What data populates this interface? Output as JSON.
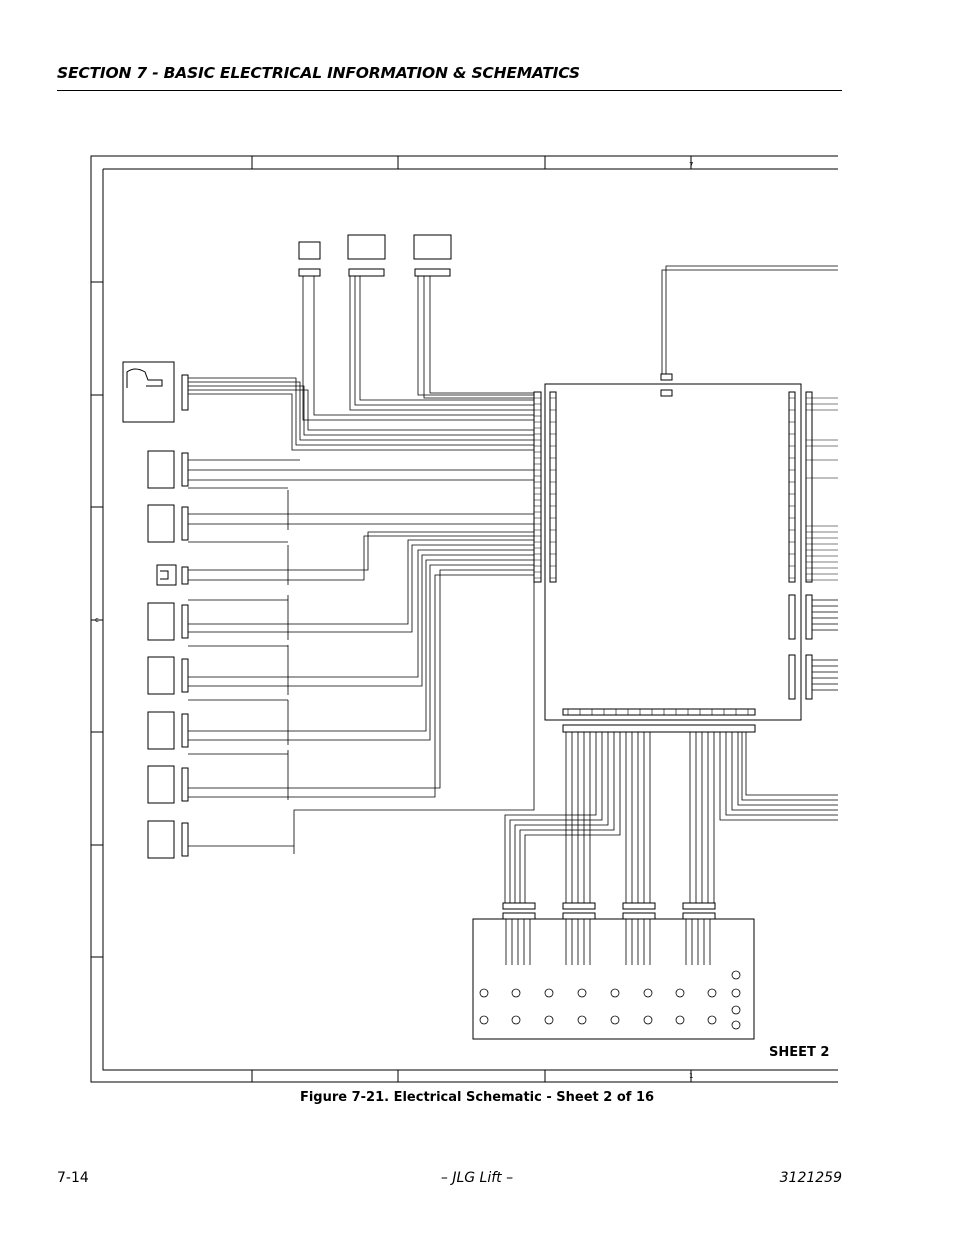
{
  "header": {
    "section_title": "SECTION 7 - BASIC ELECTRICAL INFORMATION & SCHEMATICS"
  },
  "figure": {
    "caption": "Figure 7-21.  Electrical Schematic - Sheet 2 of 16",
    "sheet_label": "SHEET 2"
  },
  "footer": {
    "page_number": "7-14",
    "center": "– JLG Lift –",
    "doc_number": "3121259"
  }
}
